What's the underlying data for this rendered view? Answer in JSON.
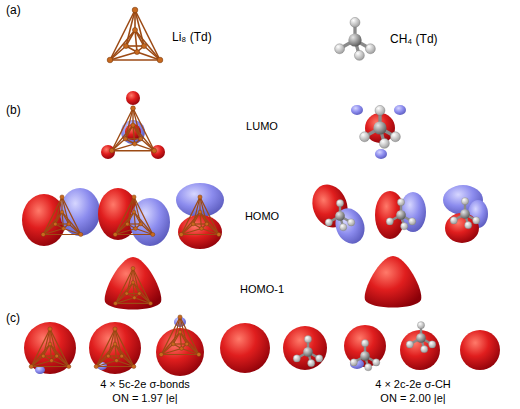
{
  "diagram": {
    "labels": [
      "(a)",
      "Li₈ (Td)",
      "CH₄ (Td)",
      "(b)",
      "LUMO",
      "HOMO",
      "HOMO-1",
      "(c)",
      "4 × 5c-2e σ-bonds",
      "ON = 1.97 |e|",
      "4 × 2c-2e σ-CH",
      "ON = 2.00 |e|"
    ]
  }
}
